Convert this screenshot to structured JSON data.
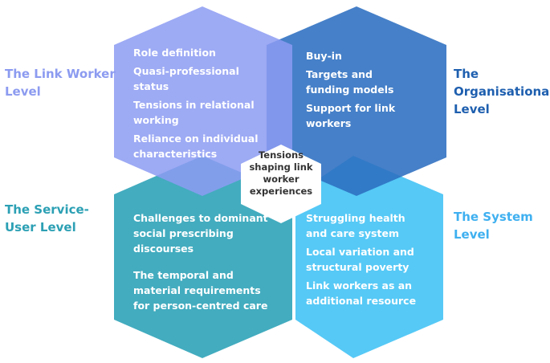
{
  "center": {
    "label": "Tensions shaping link worker experiences"
  },
  "levels": [
    {
      "id": "link-worker",
      "label": "The Link Worker Level",
      "color": "#8C9BF0",
      "items": [
        "Role definition",
        "Quasi-professional status",
        "Tensions in relational working",
        "Reliance on individual characteristics"
      ]
    },
    {
      "id": "organisational",
      "label": "The Organisational Level",
      "color": "#1E5FAF",
      "items": [
        "Buy-in",
        "Targets and funding models",
        "Support for link workers"
      ]
    },
    {
      "id": "service-user",
      "label": "The Service-User Level",
      "color": "#2CA0B4",
      "items": [
        "Challenges to dominant social prescribing discourses",
        "The temporal and material requirements for person-centred care"
      ]
    },
    {
      "id": "system",
      "label": "The System Level",
      "color": "#3FB0F0",
      "items": [
        "Struggling health and care system",
        "Local variation and structural poverty",
        "Link workers as an additional resource"
      ]
    }
  ]
}
